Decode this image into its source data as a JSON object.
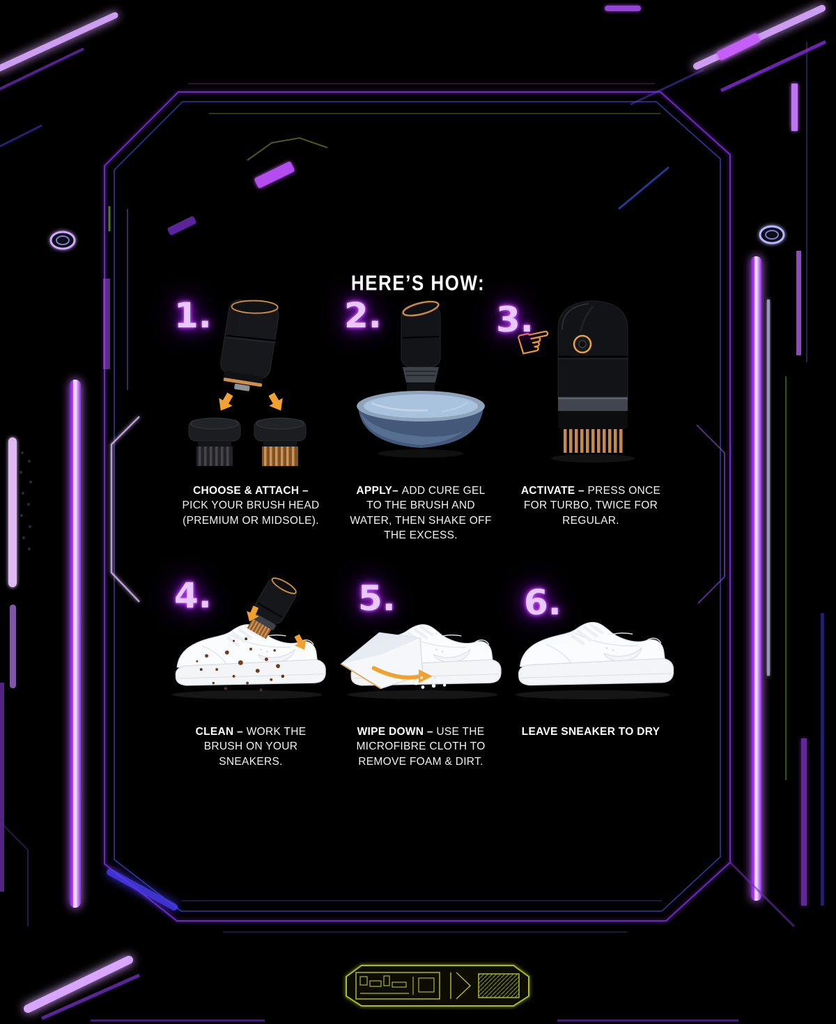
{
  "page": {
    "heading": "HERE’S HOW:"
  },
  "colors": {
    "background": "#000000",
    "neon_purple": "#bf5af2",
    "neon_purple_bright": "#e9c8ff",
    "accent_orange": "#f0a12f",
    "neon_green": "#b5c42c",
    "text": "#f2f2f2"
  },
  "icons": {
    "hand_pointer": "☛"
  },
  "steps": [
    {
      "num": "1.",
      "lead": "CHOOSE & ATTACH – ",
      "rest": "PICK YOUR BRUSH HEAD (PREMIUM OR MIDSOLE).",
      "illustration": "device-with-two-brush-heads"
    },
    {
      "num": "2.",
      "lead": "APPLY– ",
      "rest": "ADD CURE GEL TO THE BRUSH AND WATER, THEN SHAKE OFF THE EXCESS.",
      "illustration": "device-dipped-in-water-bowl"
    },
    {
      "num": "3.",
      "lead": "ACTIVATE – ",
      "rest": "PRESS ONCE FOR TURBO, TWICE FOR REGULAR.",
      "illustration": "finger-pressing-device-button"
    },
    {
      "num": "4.",
      "lead": "CLEAN – ",
      "rest": "WORK THE BRUSH ON YOUR SNEAKERS.",
      "illustration": "brushing-dirty-sneaker"
    },
    {
      "num": "5.",
      "lead": "WIPE DOWN – ",
      "rest": "USE THE MICROFIBRE CLOTH TO REMOVE FOAM & DIRT.",
      "illustration": "wiping-sneaker-with-cloth"
    },
    {
      "num": "6.",
      "lead": "LEAVE SNEAKER TO DRY",
      "rest": "",
      "illustration": "clean-sneaker-drying"
    }
  ]
}
